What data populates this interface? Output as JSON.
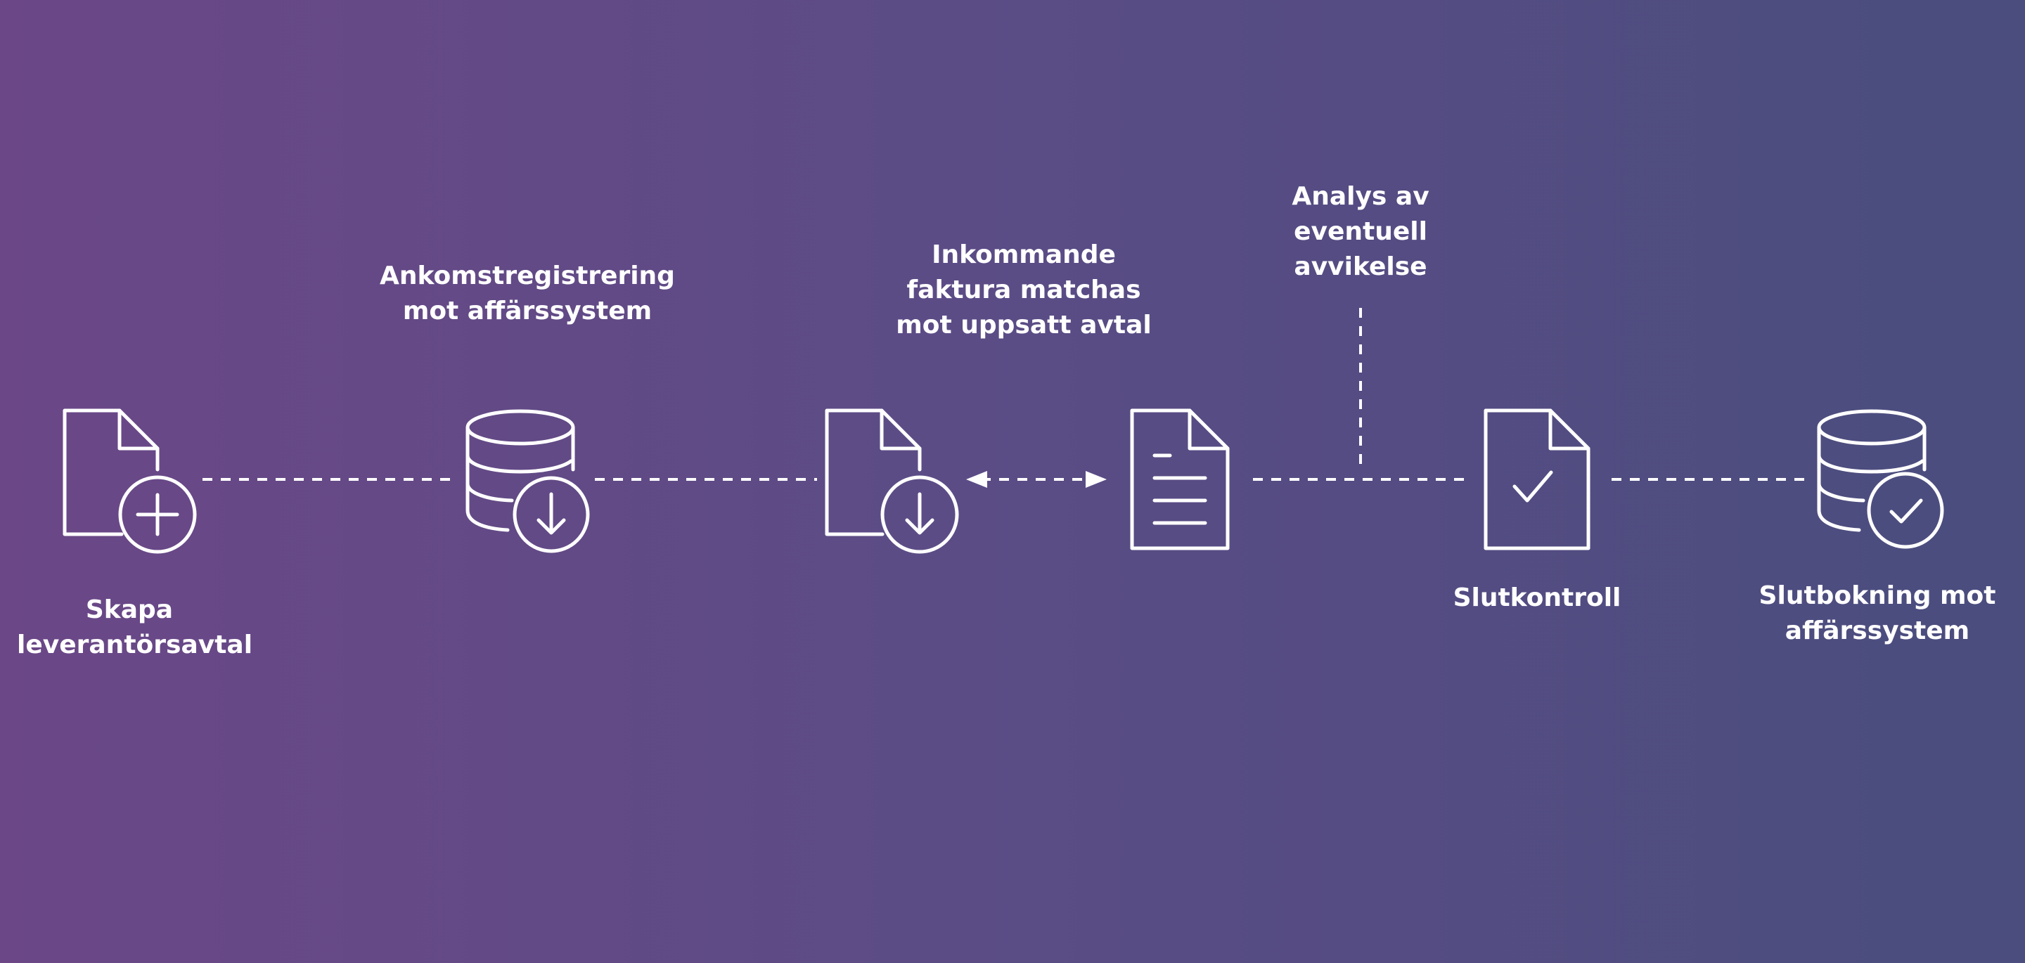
{
  "steps": [
    {
      "id": "skapa",
      "icon": "document-add-icon",
      "label_lines": [
        "Skapa",
        "leverantörsavtal"
      ]
    },
    {
      "id": "ankomst",
      "icon": "database-download-icon",
      "label_lines": [
        "Ankomstregistrering",
        "mot affärssystem"
      ]
    },
    {
      "id": "inkommande",
      "icon": "document-download-icon",
      "label_lines": [
        "Inkommande",
        "faktura matchas",
        "mot uppsatt avtal"
      ]
    },
    {
      "id": "avtal",
      "icon": "document-lines-icon",
      "label_lines": []
    },
    {
      "id": "analys",
      "icon": "",
      "label_lines": [
        "Analys av",
        "eventuell",
        "avvikelse"
      ]
    },
    {
      "id": "slutkontroll",
      "icon": "document-check-icon",
      "label_lines": [
        "Slutkontroll"
      ]
    },
    {
      "id": "slutbokning",
      "icon": "database-check-icon",
      "label_lines": [
        "Slutbokning mot",
        "affärssystem"
      ]
    }
  ],
  "connectors": [
    {
      "from": "skapa",
      "to": "ankomst",
      "style": "dashed"
    },
    {
      "from": "ankomst",
      "to": "inkommande",
      "style": "dashed"
    },
    {
      "from": "inkommande",
      "to": "avtal",
      "style": "dashed-double-arrow"
    },
    {
      "from": "avtal",
      "to": "slutkontroll",
      "style": "dashed"
    },
    {
      "from": "analys",
      "to": "main-line",
      "style": "dashed-vertical"
    },
    {
      "from": "slutkontroll",
      "to": "slutbokning",
      "style": "dashed"
    }
  ],
  "colors": {
    "background_left": "#6b4787",
    "background_right": "#4a4d7e",
    "stroke": "#ffffff"
  }
}
